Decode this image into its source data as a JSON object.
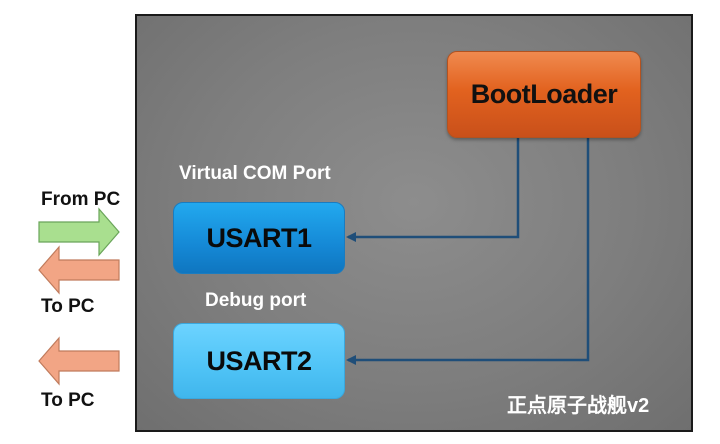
{
  "board": {
    "name": "正点原子战舰v2"
  },
  "blocks": {
    "bootloader": "BootLoader",
    "usart1": "USART1",
    "usart2": "USART2"
  },
  "labels": {
    "virtual_com": "Virtual COM Port",
    "debug_port": "Debug port"
  },
  "side": {
    "from_pc": "From PC",
    "to_pc_1": "To PC",
    "to_pc_2": "To PC"
  },
  "colors": {
    "bootloader": "#e2621f",
    "usart1": "#1589d6",
    "usart2": "#4fc3f6",
    "connector": "#1f4e79",
    "arrow_in": "#a9df8f",
    "arrow_out": "#f2a585"
  }
}
